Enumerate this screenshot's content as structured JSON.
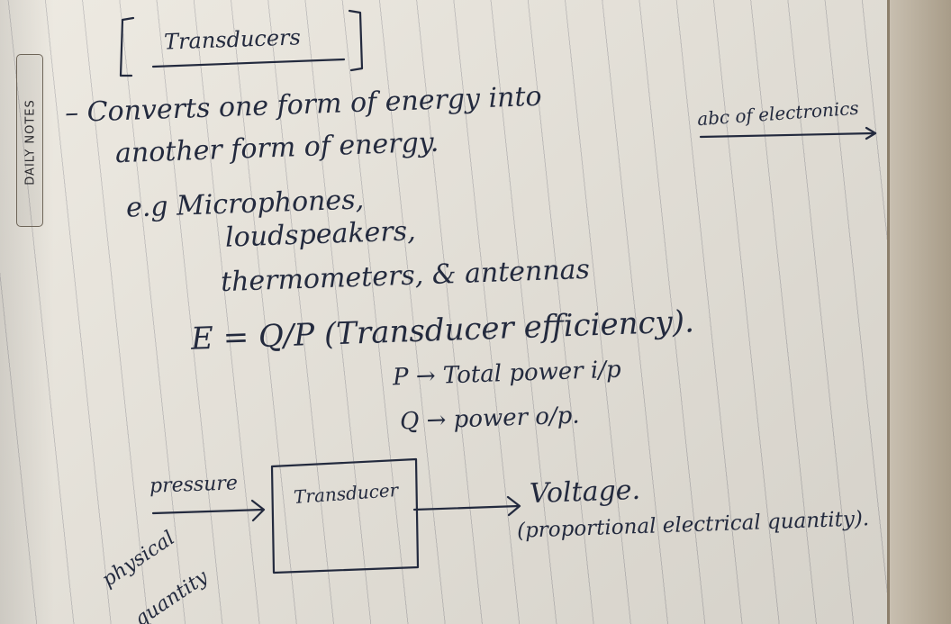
{
  "margin_tab": {
    "label": "DAILY NOTES"
  },
  "notes": {
    "title": "Transducers",
    "definition_line1": "– Converts one form of energy into",
    "definition_line2": "another form of energy.",
    "examples_prefix": "e.g Microphones,",
    "examples_line2": "loudspeakers,",
    "examples_line3": "thermometers, & antennas",
    "formula": "E = Q/P (Transducer efficiency).",
    "def_p": "P → Total power i/p",
    "def_q": "Q → power o/p.",
    "side_note": "abc of electronics"
  },
  "diagram": {
    "input_label": "pressure",
    "input_type_line1": "physical",
    "input_type_line2": "quantity",
    "box_label": "Transducer",
    "output_label": "Voltage.",
    "output_note": "(proportional electrical quantity)."
  },
  "colors": {
    "ink": "#232a3e",
    "paper": "#ece8df",
    "rule": "#8a8a95"
  }
}
